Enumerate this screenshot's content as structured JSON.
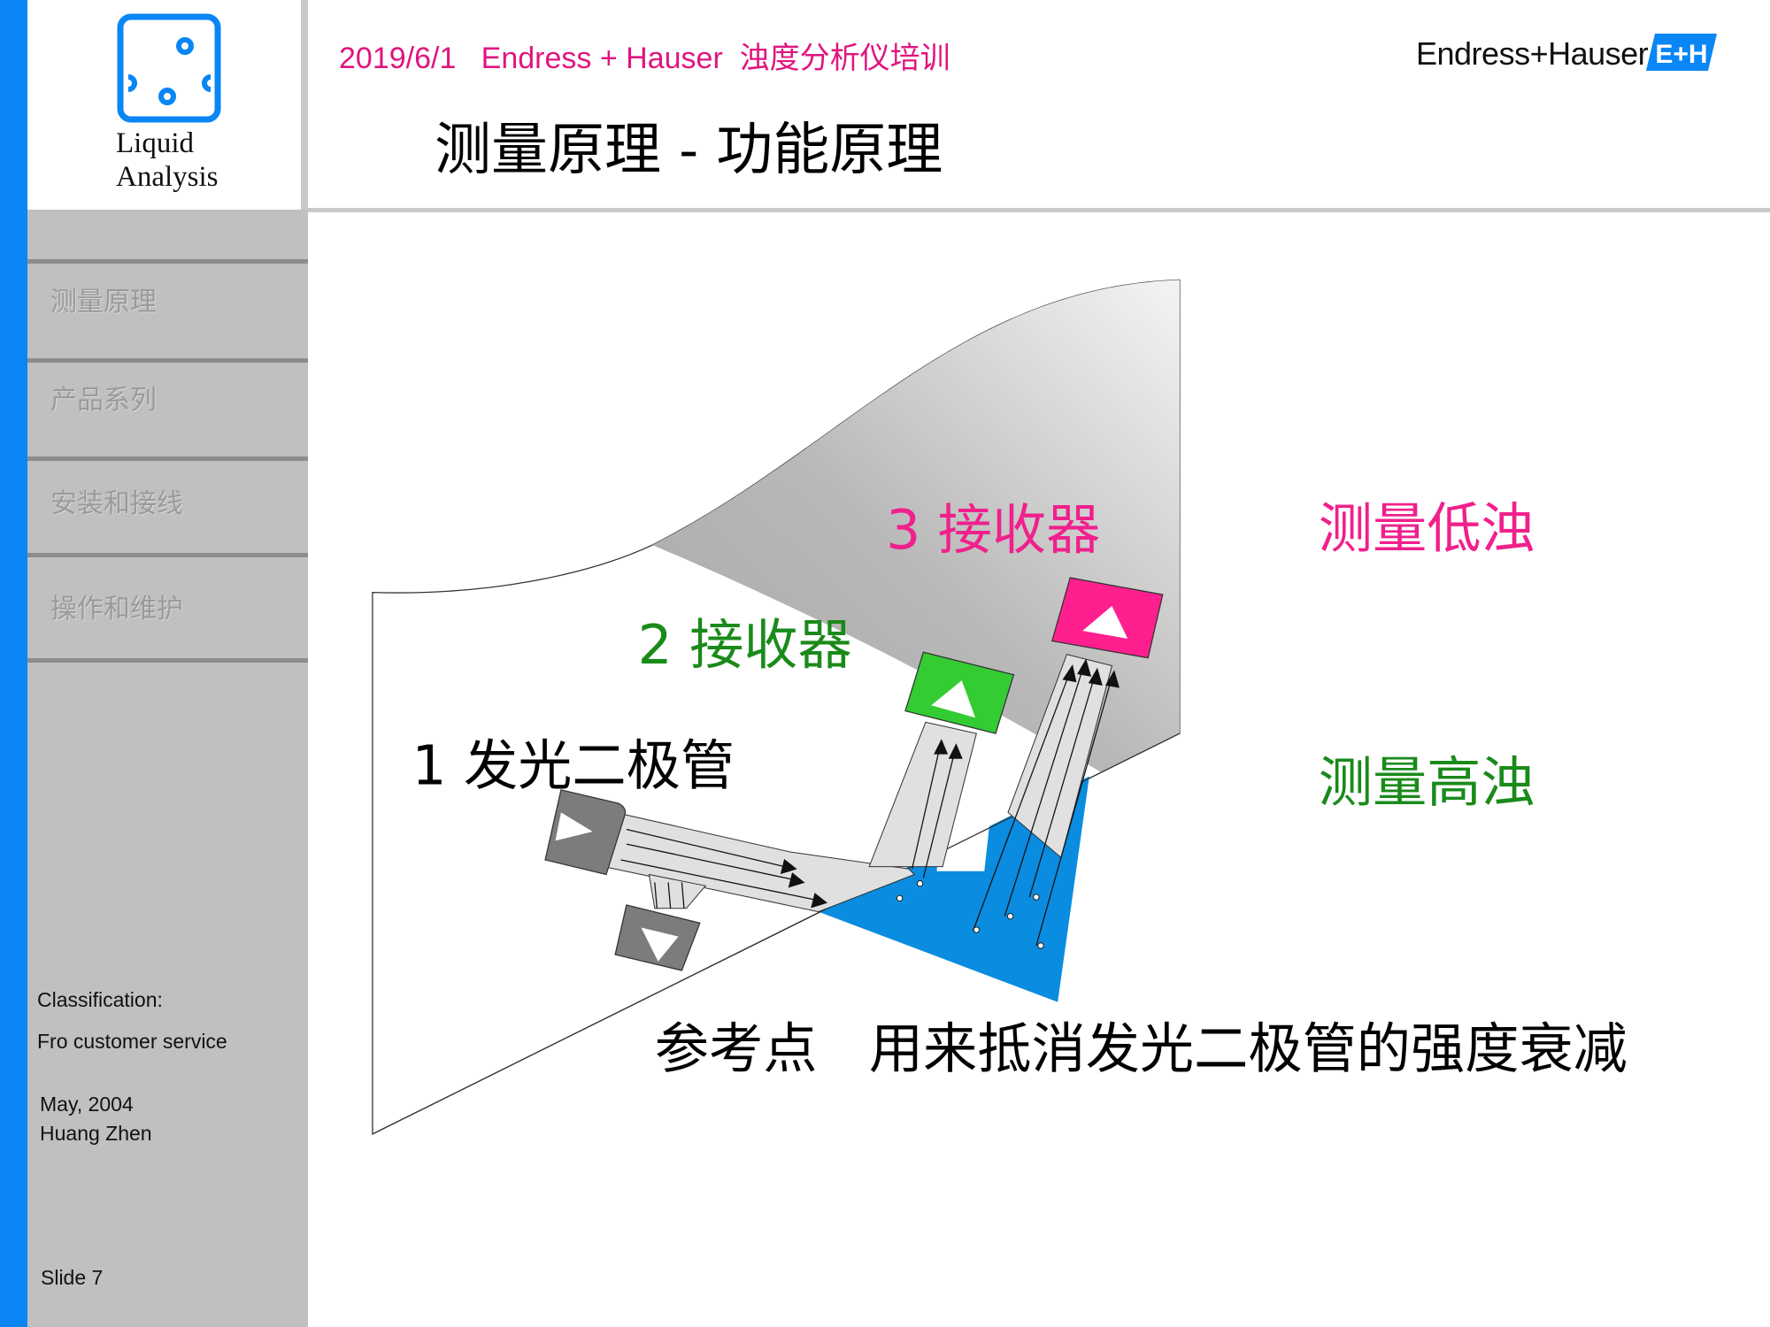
{
  "header": {
    "date_line": "2019/6/1   Endress + Hauser  浊度分析仪培训",
    "title": "测量原理 - 功能原理",
    "brand_logo_text": "Endress+Hauser",
    "brand_logo_mark": "E+H"
  },
  "logo": {
    "line1": "Liquid",
    "line2": "Analysis"
  },
  "sidebar": {
    "items": [
      {
        "label": "测量原理"
      },
      {
        "label": "产品系列"
      },
      {
        "label": "安装和接线"
      },
      {
        "label": "操作和维护"
      }
    ],
    "classification_label": "Classification:",
    "classification_value": "Fro customer service",
    "date": "May, 2004",
    "author": "Huang Zhen",
    "slide": "Slide 7"
  },
  "diagram": {
    "receiver3": "3 接收器",
    "receiver2": "2 接收器",
    "emitter": "1 发光二极管",
    "low_turbidity": "测量低浊",
    "high_turbidity": "测量高浊",
    "reference": "参考点   用来抵消发光二极管的强度衰减"
  },
  "colors": {
    "accent_blue": "#0a86f5",
    "magenta": "#f0208c",
    "green": "#1a8a1a",
    "water": "#0a8ce0",
    "receiver2_box": "#33cc33"
  }
}
